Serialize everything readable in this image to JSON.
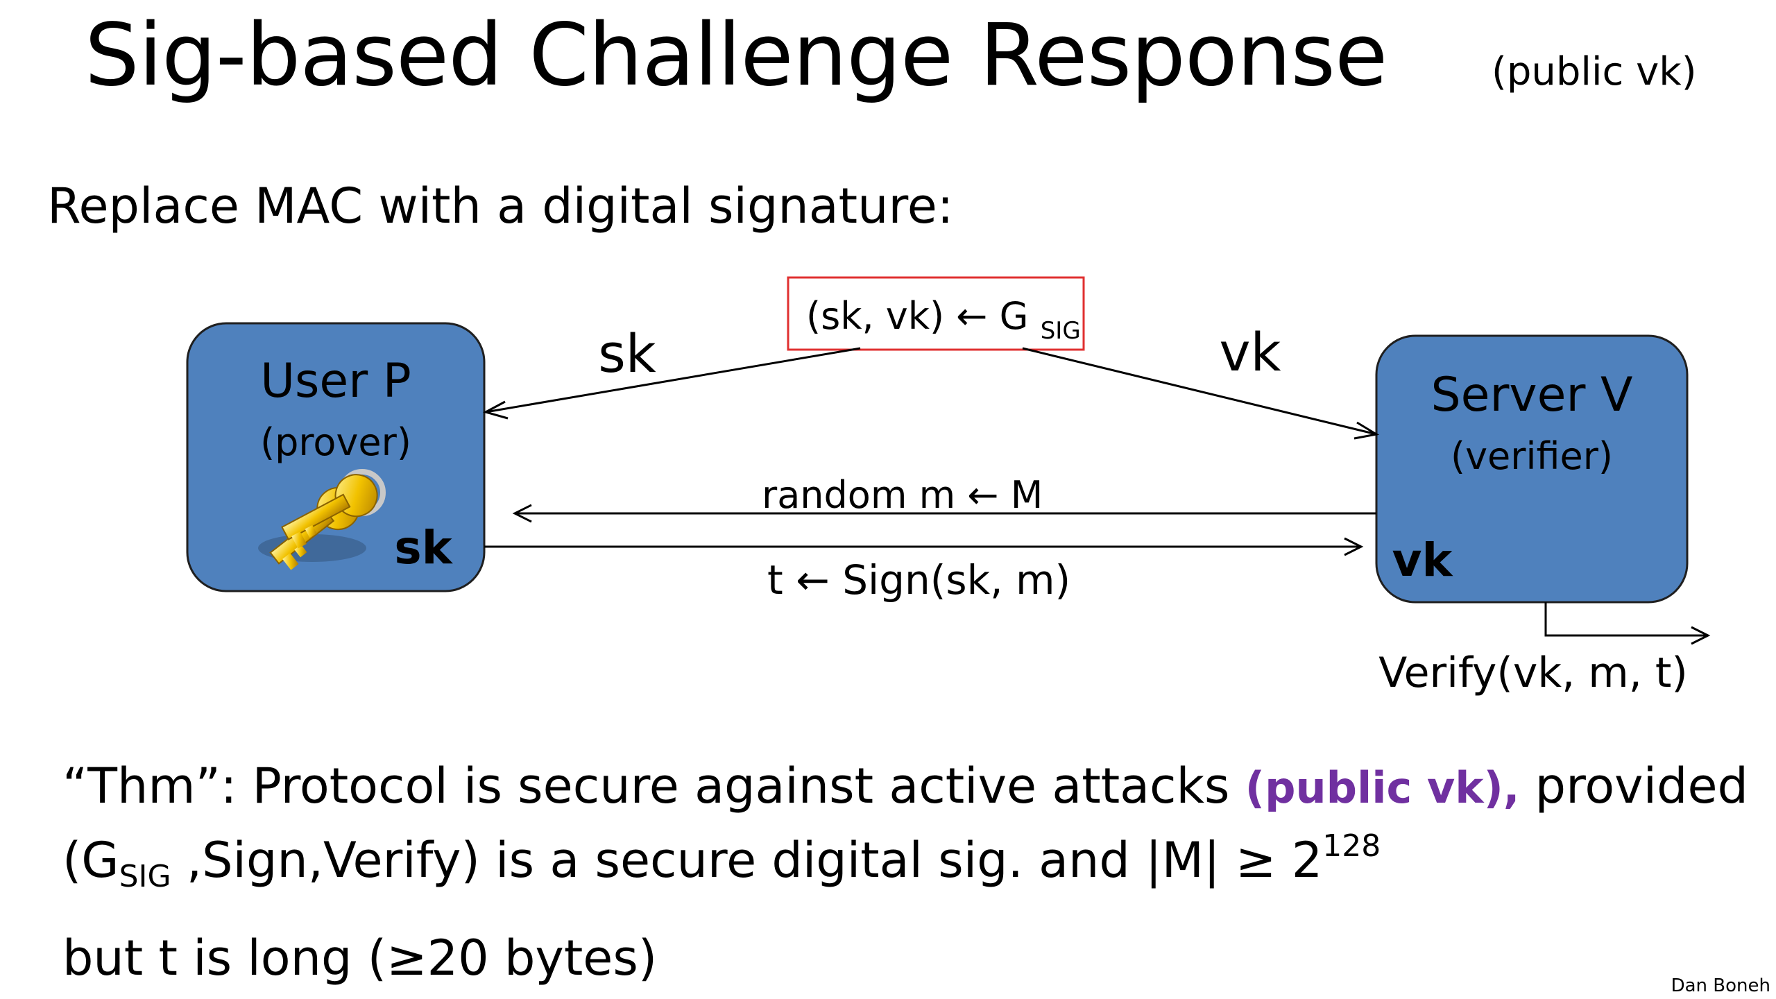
{
  "title": "Sig-based Challenge Response",
  "title_note": "(public vk)",
  "intro": "Replace MAC with a digital signature:",
  "keygen": {
    "label_main": "(sk, vk) ← G",
    "label_sub": "SIG"
  },
  "arrows": {
    "to_user_label": "sk",
    "to_server_label": "vk",
    "challenge_label": "random  m ← M",
    "response_label": "t ← Sign(sk, m)"
  },
  "user": {
    "title": "User  P",
    "subtitle": "(prover)",
    "key_label": "sk",
    "icon": "keys-icon"
  },
  "server": {
    "title": "Server V",
    "subtitle": "(verifier)",
    "key_label": "vk"
  },
  "verify_label": "Verify(vk, m, t)",
  "thm": {
    "prefix": "“Thm”:   Protocol is secure against active attacks ",
    "highlight": "(public vk),",
    "suffix": "  provided",
    "line2_open": "(G",
    "line2_sub": "SIG",
    "line2_mid": " ,Sign,Verify)  is a secure digital sig.  and  |M| ≥ 2",
    "line2_sup": "128"
  },
  "caveat": "but t  is long  (≥20 bytes)",
  "credit": "Dan Boneh",
  "colors": {
    "box_fill": "#4f81bd",
    "box_stroke": "#1f1f1f",
    "keygen_border": "#e03030",
    "highlight": "#7030a0"
  }
}
